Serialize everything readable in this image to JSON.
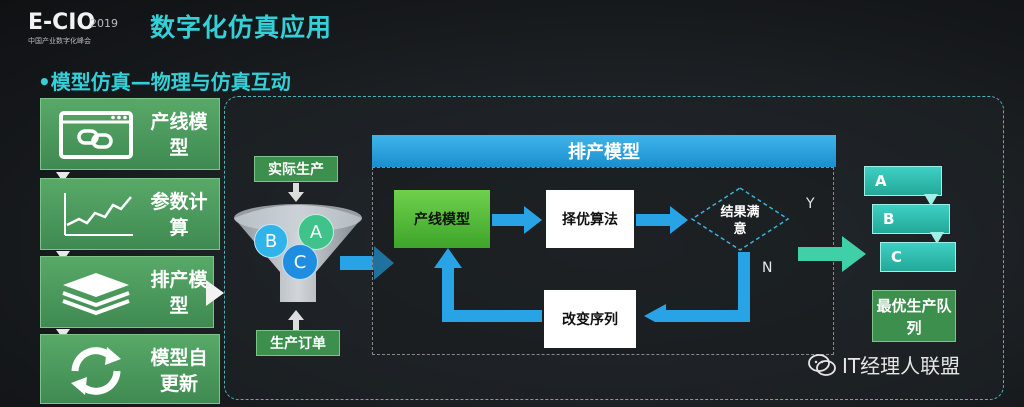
{
  "header": {
    "logo": "E-CIO",
    "logo_year": "2019",
    "logo_subtitle": "中国产业数字化峰会",
    "title": "数字化仿真应用"
  },
  "subtitle": "•模型仿真—物理与仿真互动",
  "sidebar": {
    "items": [
      {
        "label": "产线模型",
        "icon": "link-window-icon"
      },
      {
        "label": "参数计算",
        "icon": "line-chart-icon"
      },
      {
        "label": "排产模型",
        "icon": "layers-icon"
      },
      {
        "label": "模型自更新",
        "icon": "refresh-icon"
      }
    ]
  },
  "funnel": {
    "top_label": "实际生产",
    "bottom_label": "生产订单",
    "balls": [
      "B",
      "A",
      "C"
    ]
  },
  "model": {
    "banner": "排产模型",
    "line_model": "产线模型",
    "algorithm": "择优算法",
    "decision": "结果满意",
    "yes": "Y",
    "no": "N",
    "change_order": "改变序列"
  },
  "result": {
    "queue": [
      "A",
      "B",
      "C"
    ],
    "label": "最优生产队列"
  },
  "watermark": "IT经理人联盟",
  "colors": {
    "accent": "#33d0d8",
    "green": "#3d8f4e",
    "blue_arrow": "#27a3e6",
    "teal_arrow": "#3fd0a8"
  }
}
